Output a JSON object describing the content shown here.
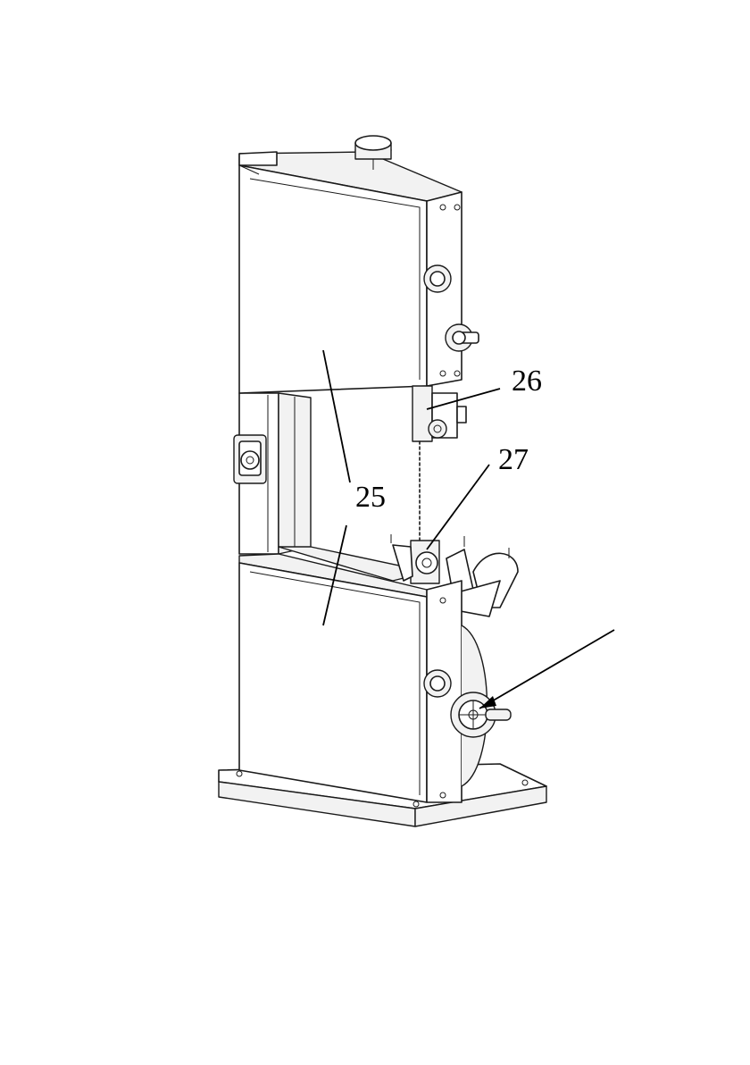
{
  "callouts": [
    {
      "label": "26"
    },
    {
      "label": "27"
    },
    {
      "label": "25"
    }
  ],
  "colors": {
    "line": "#1a1a1a",
    "background": "#ffffff"
  }
}
